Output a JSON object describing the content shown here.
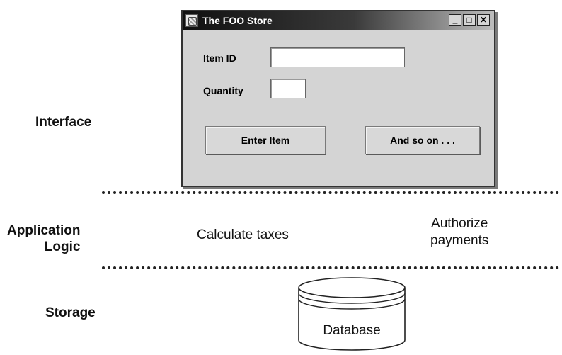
{
  "layers": {
    "interface": "Interface",
    "application_line1": "Application",
    "application_line2": "Logic",
    "storage": "Storage"
  },
  "window": {
    "title": "The FOO Store",
    "controls": {
      "minimize": "_",
      "maximize": "□",
      "close": "✕"
    },
    "fields": {
      "item_id_label": "Item ID",
      "item_id_value": "",
      "quantity_label": "Quantity",
      "quantity_value": ""
    },
    "buttons": {
      "enter_item": "Enter Item",
      "and_so_on": "And so on . . ."
    }
  },
  "application_logic": {
    "calculate_taxes": "Calculate taxes",
    "authorize_line1": "Authorize",
    "authorize_line2": "payments"
  },
  "storage": {
    "database": "Database"
  }
}
